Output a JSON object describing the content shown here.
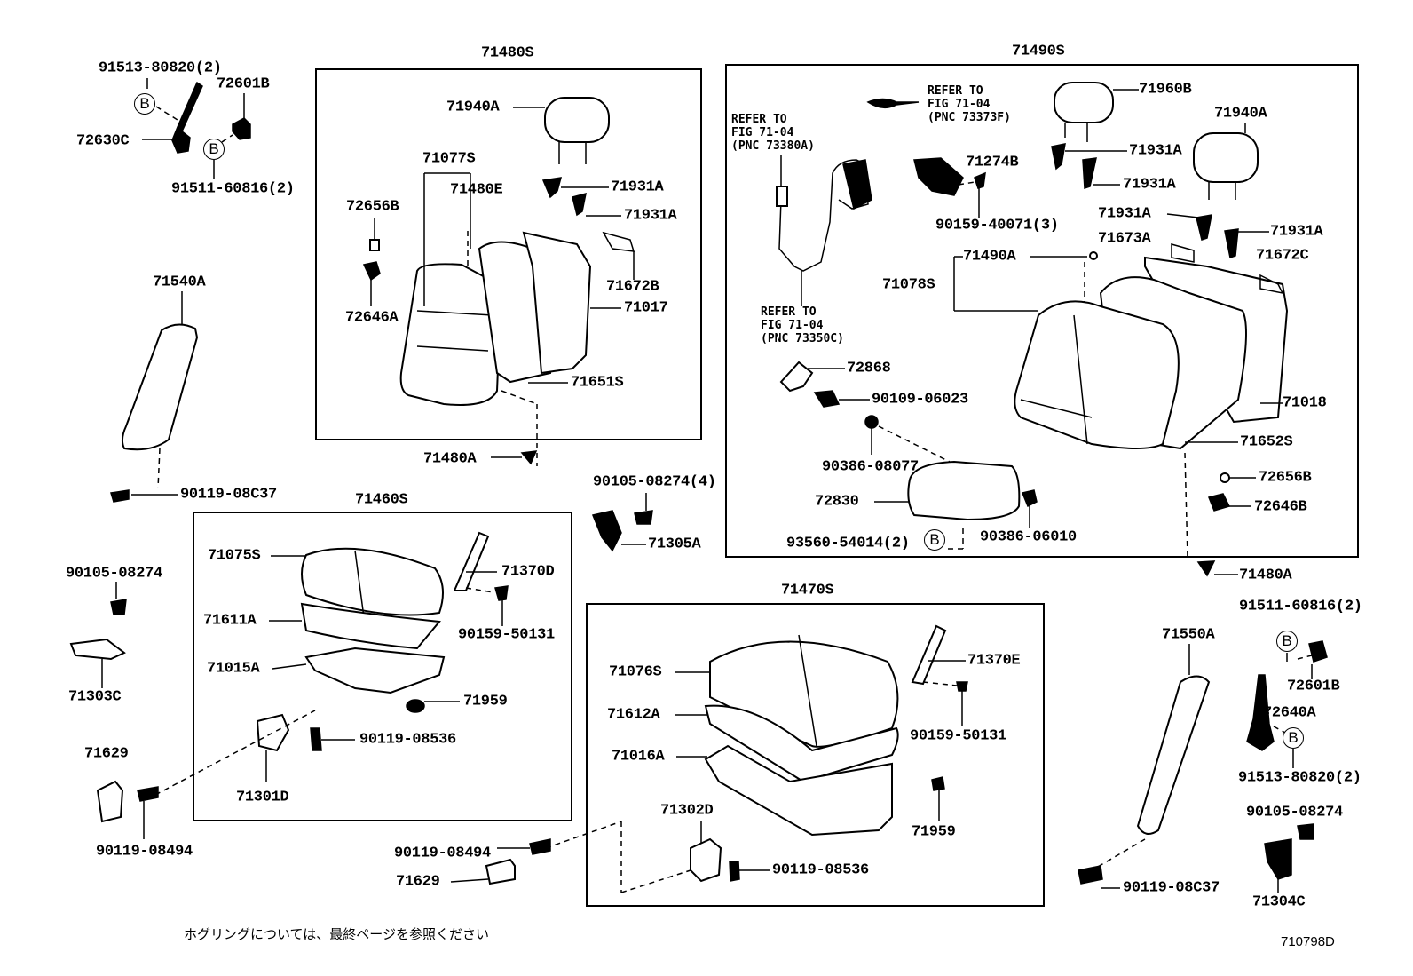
{
  "diagram": {
    "figure_number": "710798D",
    "note": "ホグリングについては、最終ページを参照ください",
    "circle_marker": "B",
    "groups": [
      {
        "id": "71480S"
      },
      {
        "id": "71490S"
      },
      {
        "id": "71460S"
      },
      {
        "id": "71470S"
      }
    ],
    "references": [
      "REFER TO\nFIG 71-04\n(PNC 73380A)",
      "REFER TO\nFIG 71-04\n(PNC 73373F)",
      "REFER TO\nFIG 71-04\n(PNC 73350C)"
    ],
    "labels": [
      "91513-80820(2)",
      "72601B",
      "72630C",
      "91511-60816(2)",
      "71940A",
      "71077S",
      "71480E",
      "71931A",
      "71931A",
      "72656B",
      "71672B",
      "71017",
      "72646A",
      "71651S",
      "71480A",
      "71540A",
      "90119-08C37",
      "90105-08274(4)",
      "71305A",
      "71075S",
      "71370D",
      "71611A",
      "90159-50131",
      "71015A",
      "71959",
      "90119-08536",
      "71301D",
      "71629",
      "90119-08494",
      "90105-08274",
      "71303C",
      "71076S",
      "71370E",
      "71612A",
      "90159-50131",
      "71016A",
      "71302D",
      "71959",
      "90119-08494",
      "71629",
      "90119-08536",
      "71960B",
      "71940A",
      "71274B",
      "71931A",
      "71931A",
      "90159-40071(3)",
      "71931A",
      "71931A",
      "71673A",
      "71672C",
      "71490A",
      "71078S",
      "72868",
      "90109-06023",
      "71018",
      "71652S",
      "90386-08077",
      "72656B",
      "72830",
      "72646B",
      "93560-54014(2)",
      "90386-06010",
      "71480A",
      "91511-60816(2)",
      "71550A",
      "72601B",
      "72640A",
      "91513-80820(2)",
      "90105-08274",
      "90119-08C37",
      "71304C"
    ]
  }
}
